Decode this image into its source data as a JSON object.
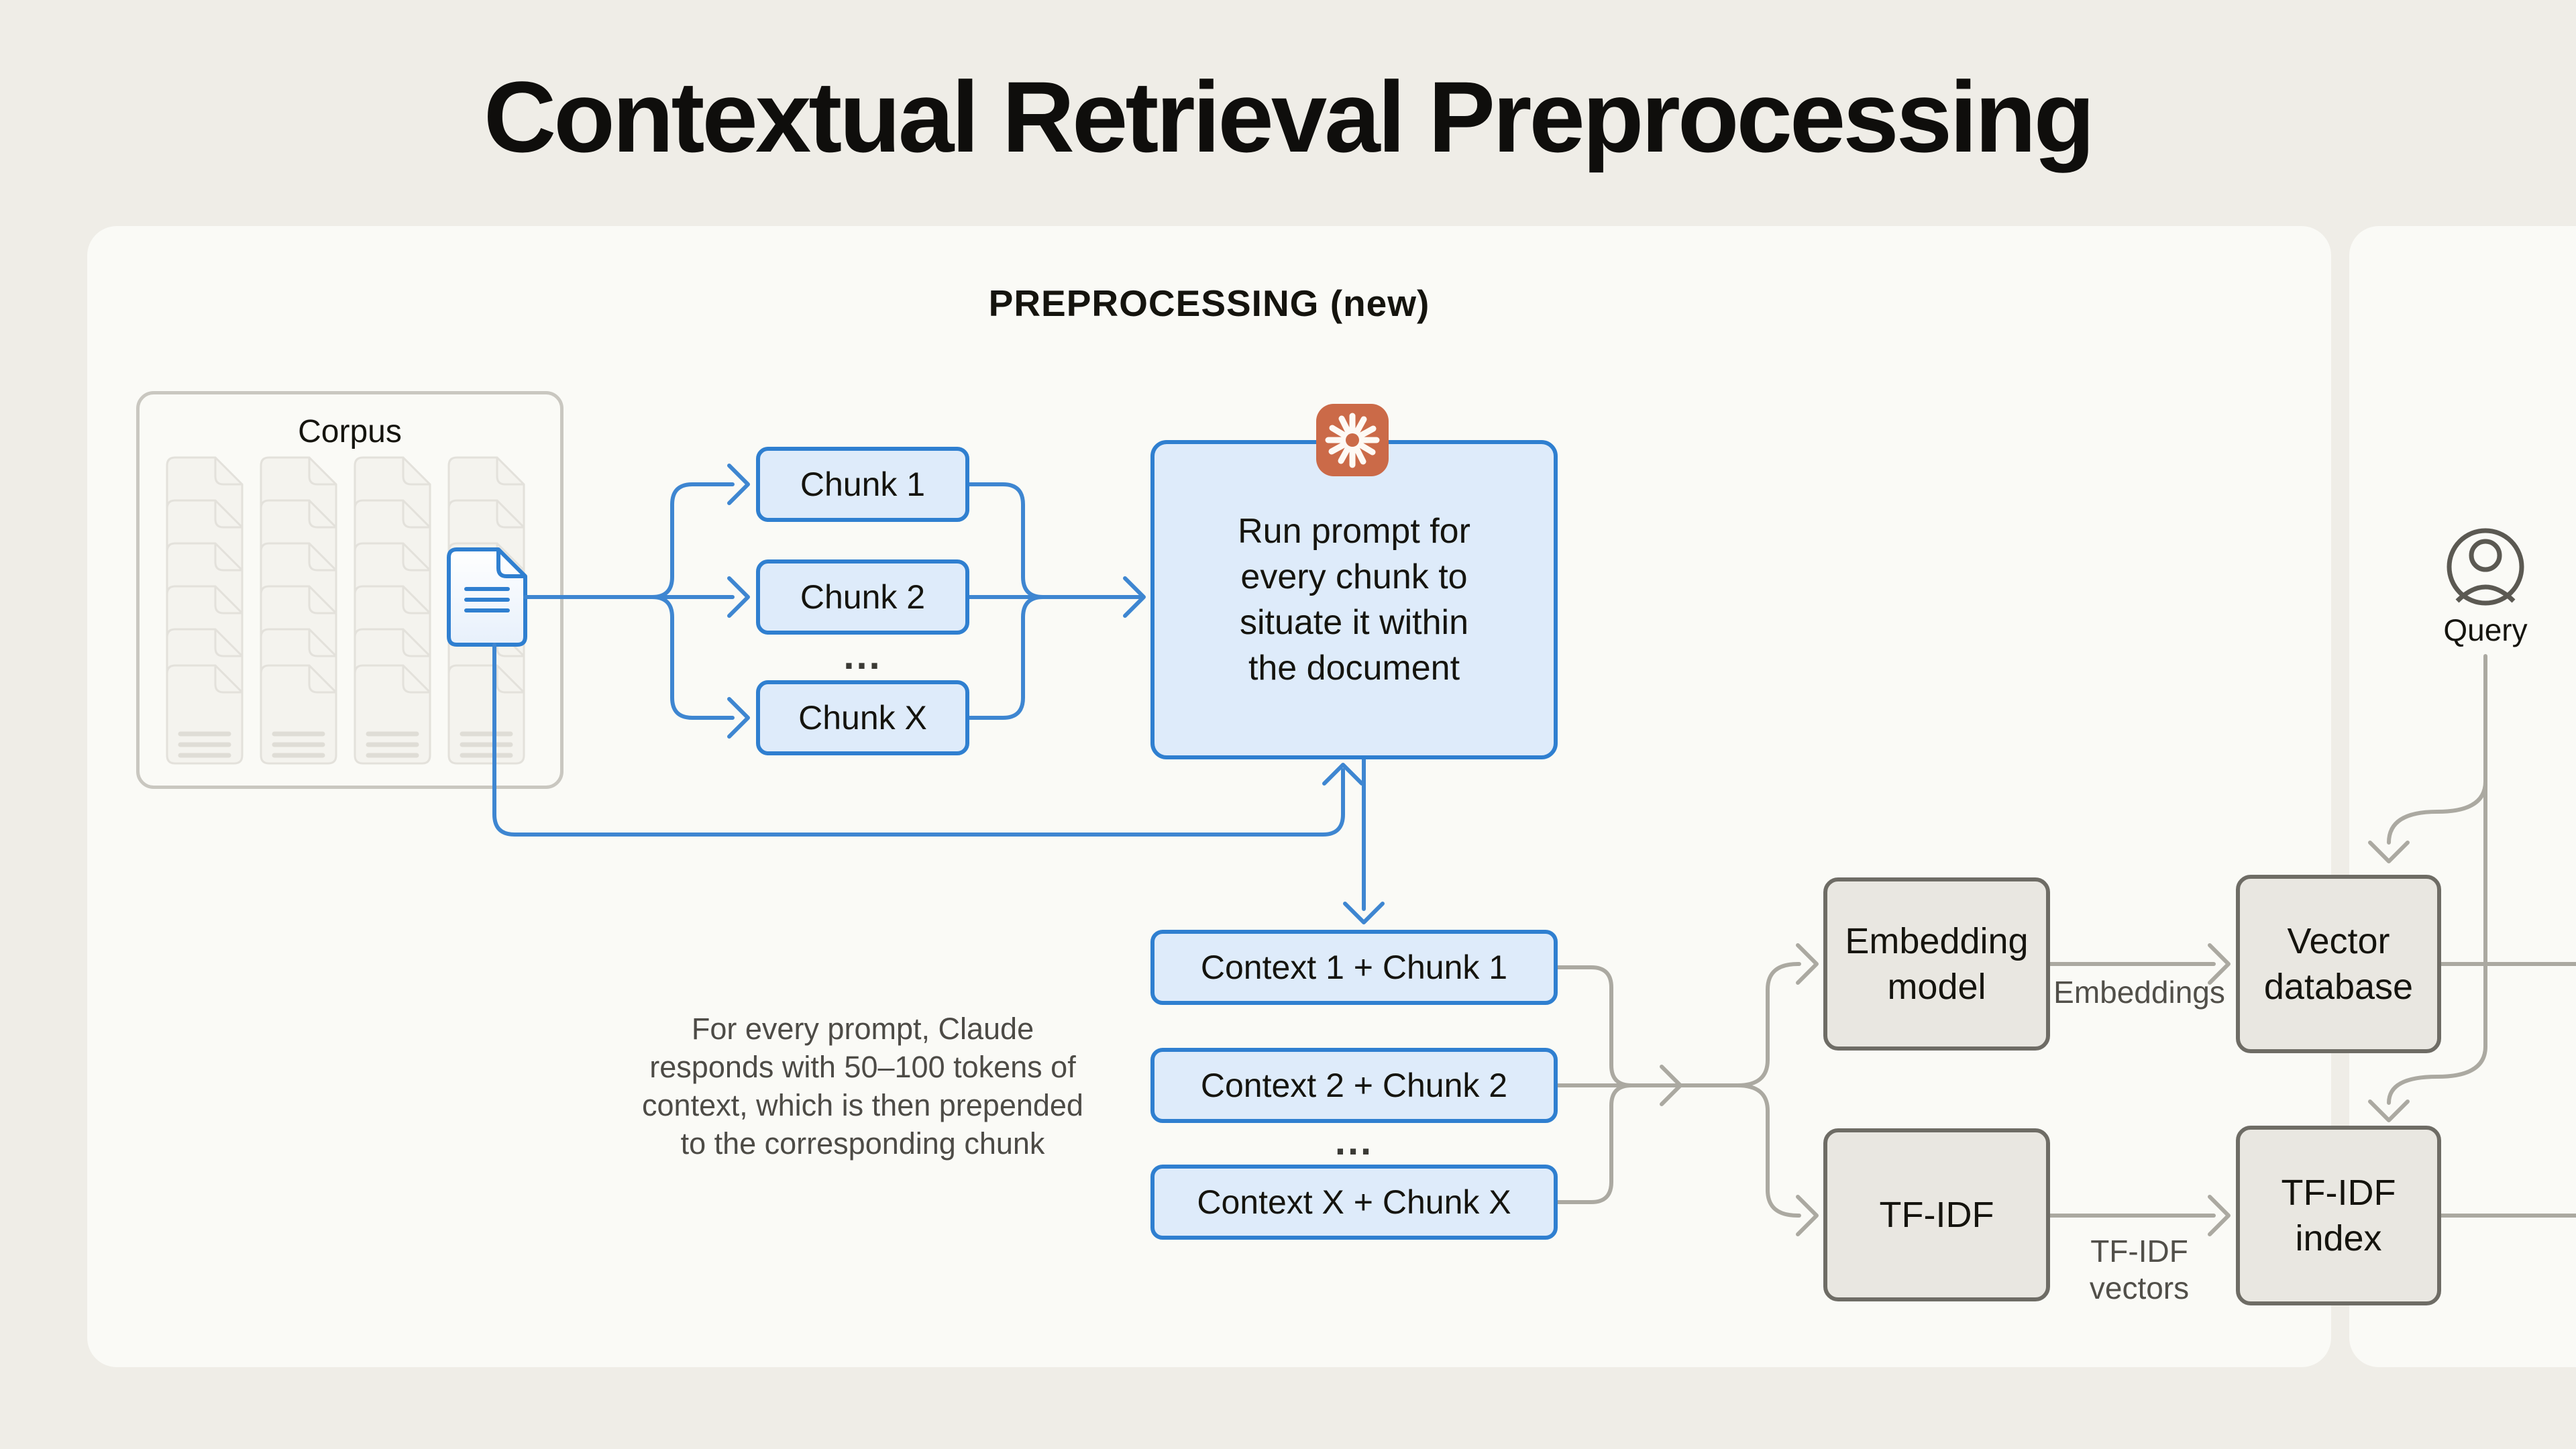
{
  "title": "Contextual Retrieval Preprocessing",
  "preprocessing_panel": {
    "heading": "PREPROCESSING (new)"
  },
  "corpus": {
    "label": "Corpus"
  },
  "chunks": {
    "items": [
      "Chunk 1",
      "Chunk 2",
      "Chunk X"
    ],
    "ellipsis": "..."
  },
  "prompt_box": {
    "lines": [
      "Run prompt for",
      "every chunk to",
      "situate it within",
      "the document"
    ]
  },
  "note": {
    "lines": [
      "For every prompt, Claude",
      "responds with 50–100 tokens of",
      "context, which is then prepended",
      "to the corresponding chunk"
    ]
  },
  "contexts": {
    "items": [
      "Context 1 + Chunk 1",
      "Context 2 + Chunk 2",
      "Context X + Chunk X"
    ],
    "ellipsis": "..."
  },
  "indexing": {
    "embedding_model": "Embedding model",
    "embeddings_arrow_label": "Embeddings",
    "vector_database": "Vector database",
    "tfidf": "TF-IDF",
    "tfidf_arrow_label_lines": [
      "TF-IDF",
      "vectors"
    ],
    "tfidf_index": "TF-IDF index"
  },
  "query": {
    "label": "Query"
  },
  "icons": {
    "claude": "claude-starburst-icon",
    "query": "person-icon",
    "document": "document-icon"
  },
  "colors": {
    "page_bg": "#EFEDE7",
    "panel_bg": "#FAFAF6",
    "blue_border": "#2F7FD0",
    "blue_fill": "#DEEBFA",
    "blue_line": "#3E86D1",
    "gray_line": "#ABA9A1",
    "gray_box_fill": "#E9E7E1",
    "gray_box_border": "#6E6C65",
    "corpus_border": "#C9C7C0",
    "claude_orange": "#CB6A48",
    "text_dark": "#15140E",
    "text_muted": "#4D4B46"
  }
}
